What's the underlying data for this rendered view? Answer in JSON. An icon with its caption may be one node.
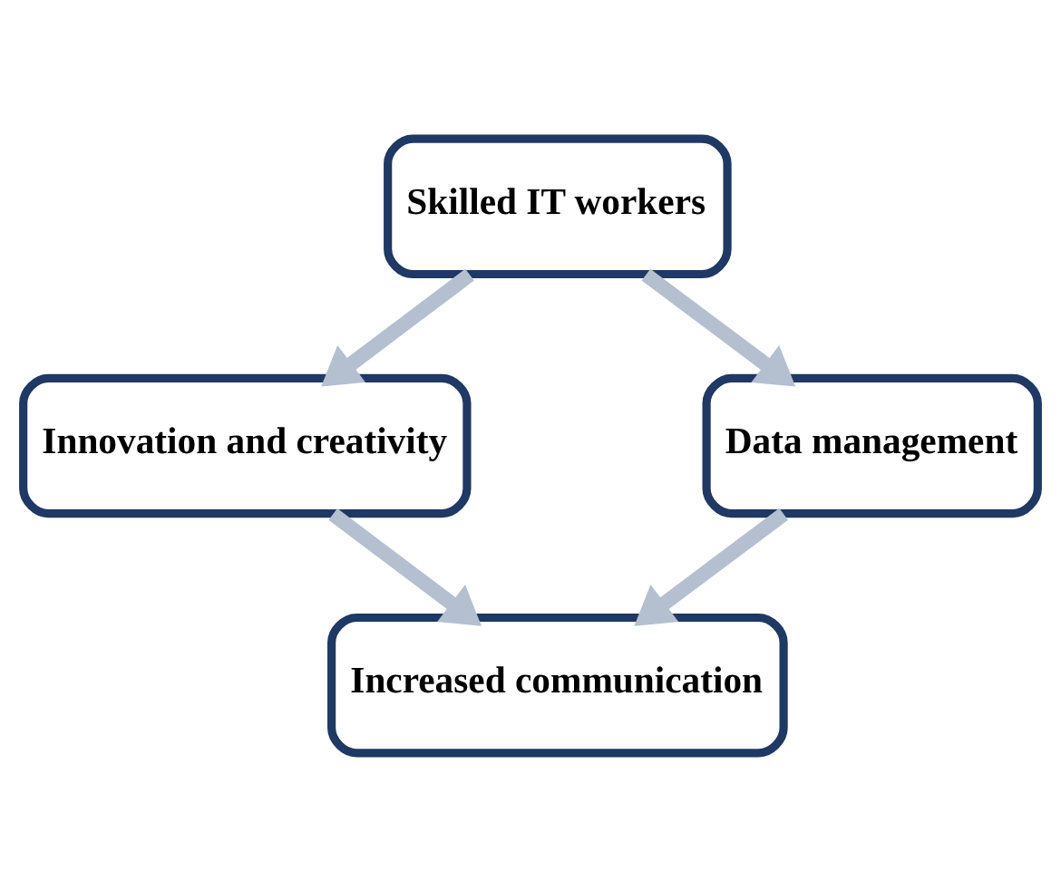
{
  "diagram": {
    "nodes": [
      {
        "text": [
          "Skilled IT workers"
        ]
      },
      {
        "text": [
          "Innovation and creativity"
        ]
      },
      {
        "text": [
          "Data management"
        ]
      },
      {
        "text": [
          "Increased communication"
        ]
      }
    ],
    "edges": [
      {
        "from": 0,
        "to": 1,
        "arrow": "to"
      },
      {
        "from": 0,
        "to": 2,
        "arrow": "to"
      },
      {
        "from": 1,
        "to": 3,
        "arrow": "to"
      },
      {
        "from": 2,
        "to": 3,
        "arrow": "to"
      }
    ]
  }
}
